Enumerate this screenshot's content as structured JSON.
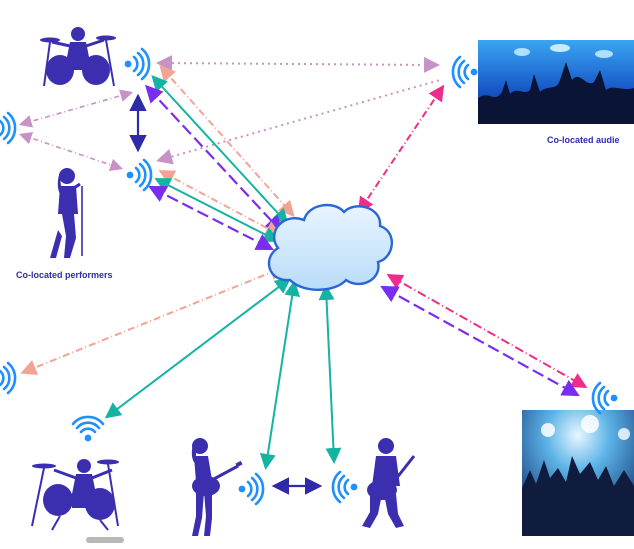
{
  "labels": {
    "colocated_audience": "Co-located audie",
    "colocated_performers": "Co-located performers"
  },
  "colors": {
    "performer": "#3b2fb0",
    "wifi": "#1e90ff",
    "cloud_fill": "#cfe6fb",
    "cloud_stroke": "#2a66d6",
    "teal": "#14b3a2",
    "purple": "#7a2cf0",
    "salmon": "#f3a394",
    "pink": "#ee2d8a",
    "mauve": "#c792c6",
    "navy": "#2f2aa8"
  },
  "icons": [
    "drummer-icon",
    "singer-icon",
    "guitarist-icon",
    "bassist-icon",
    "wifi-icon",
    "cloud-icon",
    "concert-crowd-photo"
  ]
}
